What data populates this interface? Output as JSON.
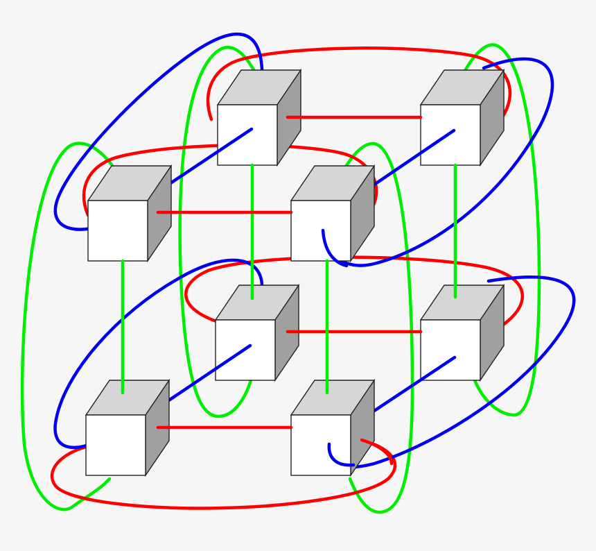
{
  "diagram": {
    "type": "3D torus interconnect (2x2x2 mesh with wraparound links)",
    "colors": {
      "background": "#f6f6f6",
      "x_links": "#ff0000",
      "y_links": "#00ee00",
      "z_links": "#0000ee",
      "cube_front": "#ffffff",
      "cube_top": "#d6d6d6",
      "cube_side": "#a0a0a0",
      "cube_outline": "#222222"
    },
    "nodes": [
      {
        "id": "node-back-top-left"
      },
      {
        "id": "node-back-top-right"
      },
      {
        "id": "node-back-bottom-left"
      },
      {
        "id": "node-back-bottom-right"
      },
      {
        "id": "node-front-top-left"
      },
      {
        "id": "node-front-top-right"
      },
      {
        "id": "node-front-bottom-left"
      },
      {
        "id": "node-front-bottom-right"
      }
    ],
    "link_groups": [
      {
        "id": "x-links",
        "color_key": "x_links",
        "axis": "x"
      },
      {
        "id": "y-links",
        "color_key": "y_links",
        "axis": "y"
      },
      {
        "id": "z-links",
        "color_key": "z_links",
        "axis": "z"
      }
    ]
  }
}
